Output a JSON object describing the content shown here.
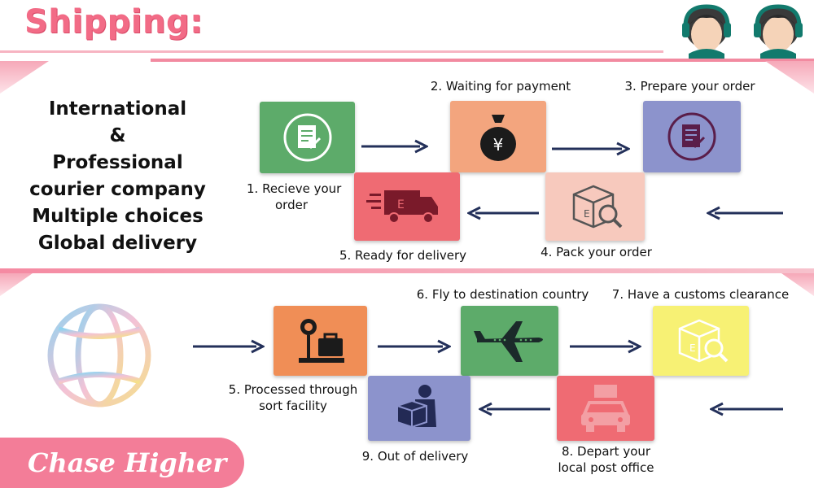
{
  "title": "Shipping:",
  "left_text": [
    "International",
    "&",
    "Professional",
    "courier company",
    "Multiple choices",
    "Global delivery"
  ],
  "steps": {
    "s1": "1. Recieve your order",
    "s1a": "1. Recieve your",
    "s1b": "order",
    "s2": "2. Waiting for payment",
    "s3": "3. Prepare your order",
    "s4": "4. Pack your order",
    "s5": "5. Ready for delivery",
    "s5b_a": "5. Processed through",
    "s5b_b": "sort facility",
    "s6": "6. Fly to destination country",
    "s7": "7. Have a customs clearance",
    "s8a": "8. Depart your",
    "s8b": "local post office",
    "s9": "9. Out of delivery"
  },
  "brand": "Chase Higher",
  "colors": {
    "title": "#f26b86",
    "green": "#5dab6a",
    "orange": "#f3a57e",
    "purple": "#8c93cc",
    "peach": "#f7c9bd",
    "red": "#ef6b73",
    "brand_bg": "#f37d98"
  }
}
